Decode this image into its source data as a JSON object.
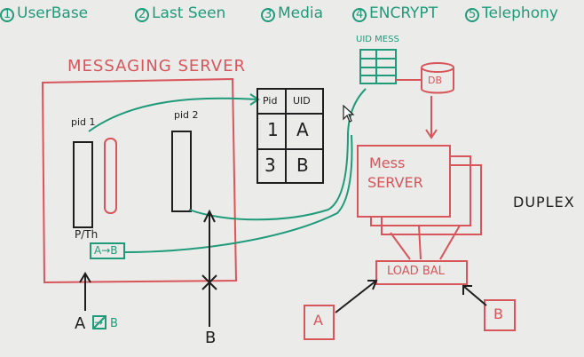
{
  "topics": [
    {
      "num": "1",
      "label": "UserBase"
    },
    {
      "num": "2",
      "label": "Last Seen"
    },
    {
      "num": "3",
      "label": "Media"
    },
    {
      "num": "4",
      "label": "ENCRYPT"
    },
    {
      "num": "5",
      "label": "Telephony"
    }
  ],
  "messaging_server": {
    "title": "MESSAGING SERVER",
    "pid1": "pid 1",
    "pid2": "pid 2",
    "pth": "P/Th",
    "a_to_b": "A→B"
  },
  "pid_table": {
    "headers": [
      "Pid",
      "UID"
    ],
    "rows": [
      [
        "1",
        "A"
      ],
      [
        "3",
        "B"
      ]
    ]
  },
  "uid_mess": "UID MESS",
  "db": "DB",
  "mess_server": {
    "line1": "Mess",
    "line2": "SERVER"
  },
  "duplex": "DUPLEX",
  "load_bal": "LOAD BAL",
  "client_a": "A",
  "client_b": "B",
  "bottom": {
    "a": "A",
    "arrow": "→",
    "b": "B",
    "b2": "B"
  },
  "colors": {
    "teal": "#1f9b7a",
    "red": "#d8555a",
    "ink": "#1e1e1e",
    "board": "#ebebea"
  }
}
